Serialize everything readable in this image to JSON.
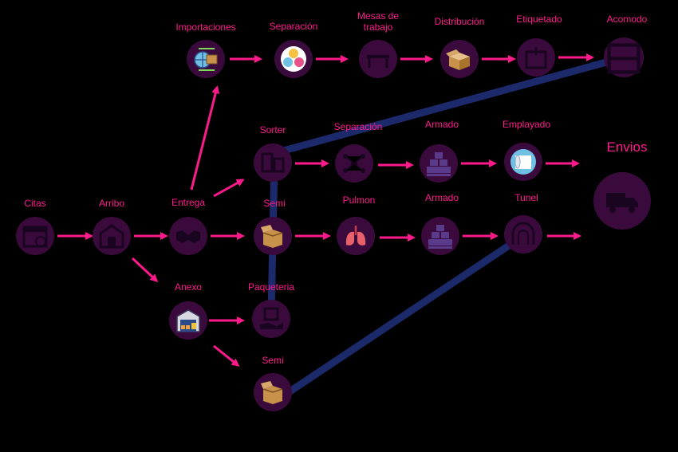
{
  "colors": {
    "background": "#000000",
    "arrow": "#ff1a8c",
    "node_fill": "#3b0a3d",
    "node_icon": "#1a0520",
    "connector": "#1c2a6b"
  },
  "nodes": {
    "citas": {
      "label": "Citas",
      "icon": "calendar-icon"
    },
    "arribo": {
      "label": "Arribo",
      "icon": "warehouse-icon"
    },
    "entrega": {
      "label": "Entrega",
      "icon": "handshake-icon"
    },
    "anexo": {
      "label": "Anexo",
      "icon": "warehouse-annex-icon"
    },
    "importaciones": {
      "label": "Importaciones",
      "icon": "globe-box-icon"
    },
    "separacion_top": {
      "label": "Separación",
      "icon": "sorting-balls-icon"
    },
    "mesas": {
      "label": "Mesas de\ntrabajo",
      "icon": "work-table-icon"
    },
    "distribucion": {
      "label": "Distribución",
      "icon": "open-box-icon"
    },
    "etiquetado": {
      "label": "Etiquetado",
      "icon": "label-box-icon"
    },
    "acomodo": {
      "label": "Acomodo",
      "icon": "shelving-icon"
    },
    "sorter": {
      "label": "Sorter",
      "icon": "sorter-icon"
    },
    "separacion_mid": {
      "label": "Separación",
      "icon": "network-icon"
    },
    "armado_top": {
      "label": "Armado",
      "icon": "pallet-boxes-icon"
    },
    "emplayado": {
      "label": "Emplayado",
      "icon": "wrap-roll-icon"
    },
    "semi_mid": {
      "label": "Semi",
      "icon": "open-box-icon"
    },
    "pulmon": {
      "label": "Pulmon",
      "icon": "lungs-icon"
    },
    "armado_mid": {
      "label": "Armado",
      "icon": "pallet-boxes-icon"
    },
    "tunel": {
      "label": "Tunel",
      "icon": "tunnel-icon"
    },
    "paqueteria": {
      "label": "Paqueteria",
      "icon": "parcel-hand-icon"
    },
    "semi_low": {
      "label": "Semi",
      "icon": "open-box-icon"
    },
    "envios": {
      "label": "Envios",
      "icon": "truck-icon"
    }
  }
}
